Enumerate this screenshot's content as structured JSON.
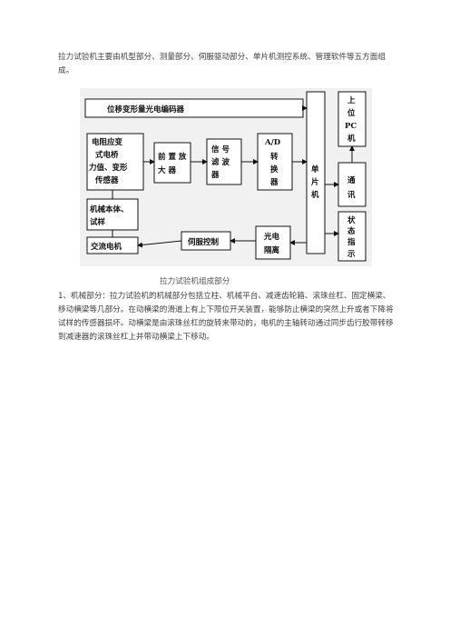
{
  "intro_text": "拉力试验机主要由机型部分、测量部分、伺服驱动部分、单片机测控系统、管理软件等五方面组成。",
  "diagram": {
    "encoder": "位移变形量光电编码器",
    "sensor": [
      "电阻应变",
      "式电桥",
      "力值、变形",
      "传感器"
    ],
    "preamp": [
      "前 置 放",
      "大 器"
    ],
    "filter": [
      "信  号",
      "滤  波",
      "器"
    ],
    "adc": [
      "A/D",
      "转",
      "换",
      "器"
    ],
    "mcu": [
      "单",
      "片",
      "机"
    ],
    "pc": [
      "上",
      "位",
      "PC",
      "机"
    ],
    "comm": [
      "通",
      "讯"
    ],
    "status": [
      "状",
      "态",
      "指",
      "示"
    ],
    "frame": [
      "机械本体、",
      "试样"
    ],
    "motor": "交流电机",
    "servo": "伺服控制",
    "opto": [
      "光电",
      "隔离"
    ]
  },
  "caption": "拉力试验机组成部分",
  "body_text": "1、机械部分：拉力试验机的机械部分包括立柱、机械平台、减速齿轮箱、滚珠丝杠、固定横梁、移动横梁等几部分。在动横梁的滑道上有上下限位开关装置，能够防止横梁的突然上升或者下降将试样的传感器损坏。动横梁是由滚珠丝杠的旋转来带动的，电机的主轴转动通过同步齿行胶带转移到减速器的滚珠丝杠上并带动横梁上下移动。"
}
